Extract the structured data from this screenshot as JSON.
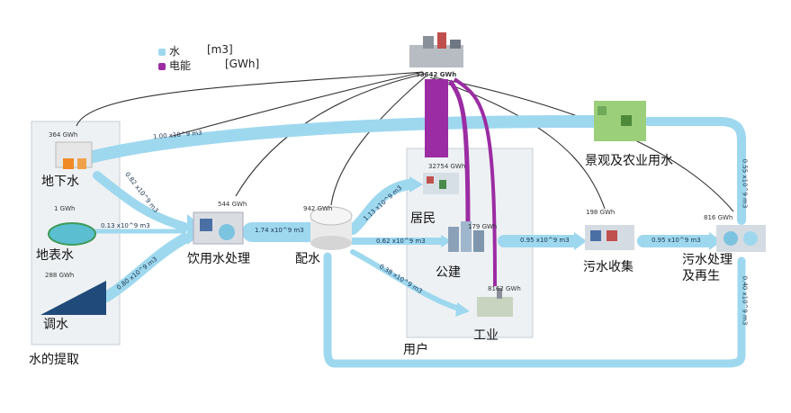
{
  "legend": {
    "water": {
      "name": "水",
      "unit": "[m3]",
      "color": "#9ed8ef"
    },
    "electricity": {
      "name": "电能",
      "unit": "[GWh]",
      "color": "#9b2ca3"
    }
  },
  "power_plant": {
    "energy": "53642 GWh"
  },
  "extraction": {
    "title": "水的提取",
    "groundwater": {
      "label": "地下水",
      "energy": "364 GWh"
    },
    "surface_water": {
      "label": "地表水",
      "energy": "1 GWh"
    },
    "transfer": {
      "label": "调水",
      "energy": "288 GWh"
    }
  },
  "treatment": {
    "label": "饮用水处理",
    "energy": "544 GWh"
  },
  "distribution": {
    "label": "配水",
    "energy": "942 GWh"
  },
  "users": {
    "title": "用户",
    "residential": {
      "label": "居民",
      "energy": "32754 GWh"
    },
    "public": {
      "label": "公建",
      "energy": "179 GWh"
    },
    "industry": {
      "label": "工业",
      "energy": "8162 GWh"
    }
  },
  "landscape": {
    "label": "景观及农业用水"
  },
  "sewage_collection": {
    "label": "污水收集",
    "energy": "198 GWh"
  },
  "sewage_treatment": {
    "label": "污水处理\n及再生",
    "energy": "816 GWh"
  },
  "flows": {
    "groundwater_to_landscape": "1.00 x10^9 m3",
    "groundwater_to_treatment": "0.82 x10^9 m3",
    "surface_to_treatment": "0.13 x10^9 m3",
    "transfer_to_treatment": "0.80 x10^9 m3",
    "treatment_to_distribution": "1.74 x10^9 m3",
    "distribution_to_residential": "1.13 x10^9 m3",
    "distribution_to_public": "0.62 x10^9 m3",
    "distribution_to_industry": "0.38 x10^9 m3",
    "users_to_collection": "0.95 x10^9 m3",
    "collection_to_treatment": "0.95 x10^9 m3",
    "reuse_to_landscape": "0.55 x10^9 m3",
    "reuse_to_distribution": "0.40 x10^9 m3"
  }
}
